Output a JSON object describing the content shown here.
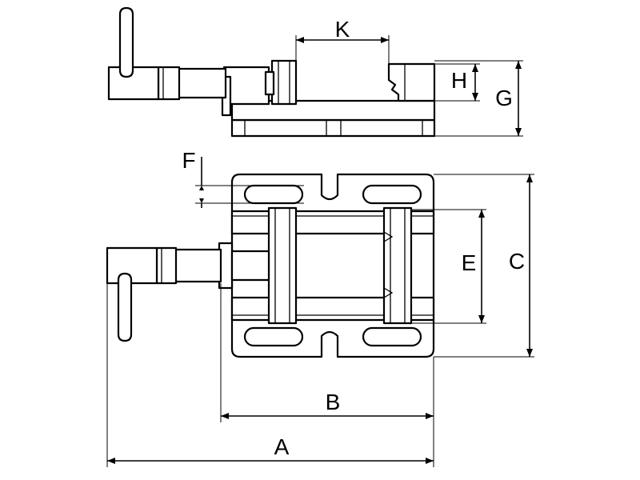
{
  "dimensions": {
    "A": "A",
    "B": "B",
    "C": "C",
    "E": "E",
    "F": "F",
    "G": "G",
    "H": "H",
    "K": "K"
  },
  "colors": {
    "line": "#000000",
    "background": "#ffffff"
  }
}
